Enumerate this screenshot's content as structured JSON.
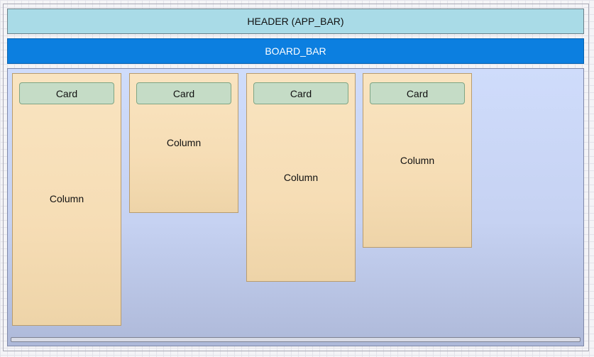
{
  "header": {
    "label": "HEADER (APP_BAR)"
  },
  "board_bar": {
    "label": "BOARD_BAR"
  },
  "columns": [
    {
      "label": "Column",
      "card": {
        "label": "Card"
      }
    },
    {
      "label": "Column",
      "card": {
        "label": "Card"
      }
    },
    {
      "label": "Column",
      "card": {
        "label": "Card"
      }
    },
    {
      "label": "Column",
      "card": {
        "label": "Card"
      }
    }
  ],
  "colors": {
    "header": "#a9dbe7",
    "board_bar": "#0c7fe0",
    "board_content": "#cfdcfb",
    "column": "#f9e4c0",
    "card": "#c5dcc6"
  }
}
